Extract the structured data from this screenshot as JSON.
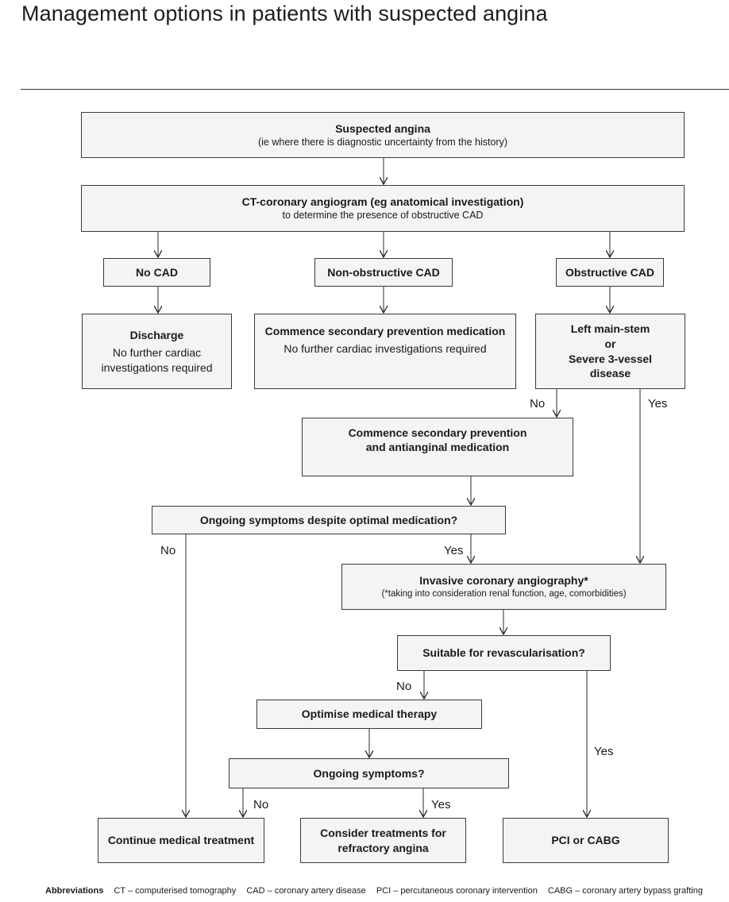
{
  "title": "Management options in patients with suspected angina",
  "nodes": {
    "suspected": {
      "line1": "Suspected angina",
      "line2": "(ie where there is diagnostic uncertainty from the history)"
    },
    "ct": {
      "line1": "CT-coronary angiogram (eg anatomical investigation)",
      "line2": "to determine the presence of obstructive CAD"
    },
    "no_cad": {
      "line1": "No CAD"
    },
    "non_obstructive": {
      "line1": "Non-obstructive CAD"
    },
    "obstructive": {
      "line1": "Obstructive CAD"
    },
    "discharge": {
      "line1": "Discharge",
      "line2": "No further cardiac",
      "line3": "investigations required"
    },
    "secondary_prevention": {
      "line1": "Commence secondary prevention medication",
      "line2": "No further cardiac investigations required"
    },
    "left_main": {
      "line1": "Left main-stem",
      "line2": "or",
      "line3": "Severe 3-vessel",
      "line4": "disease"
    },
    "antianginal": {
      "line1": "Commence secondary prevention",
      "line2": "and antianginal medication"
    },
    "ongoing_opt": {
      "line1": "Ongoing symptoms despite optimal medication?"
    },
    "invasive": {
      "line1": "Invasive coronary angiography*",
      "line2": "(*taking into consideration renal function, age, comorbidities)"
    },
    "suitable": {
      "line1": "Suitable for revascularisation?"
    },
    "optimise": {
      "line1": "Optimise medical therapy"
    },
    "ongoing": {
      "line1": "Ongoing symptoms?"
    },
    "continue": {
      "line1": "Continue medical treatment"
    },
    "refractory": {
      "line1": "Consider treatments for",
      "line2": "refractory angina"
    },
    "pci": {
      "line1": "PCI or CABG"
    }
  },
  "labels": {
    "left_main_no": "No",
    "left_main_yes": "Yes",
    "ongoing_opt_no": "No",
    "ongoing_opt_yes": "Yes",
    "suitable_no": "No",
    "suitable_yes": "Yes",
    "ongoing_no": "No",
    "ongoing_yes": "Yes"
  },
  "abbreviations": {
    "heading": "Abbreviations",
    "items": [
      "CT – computerised tomography",
      "CAD – coronary artery disease",
      "PCI – percutaneous coronary intervention",
      "CABG – coronary artery bypass grafting"
    ]
  }
}
